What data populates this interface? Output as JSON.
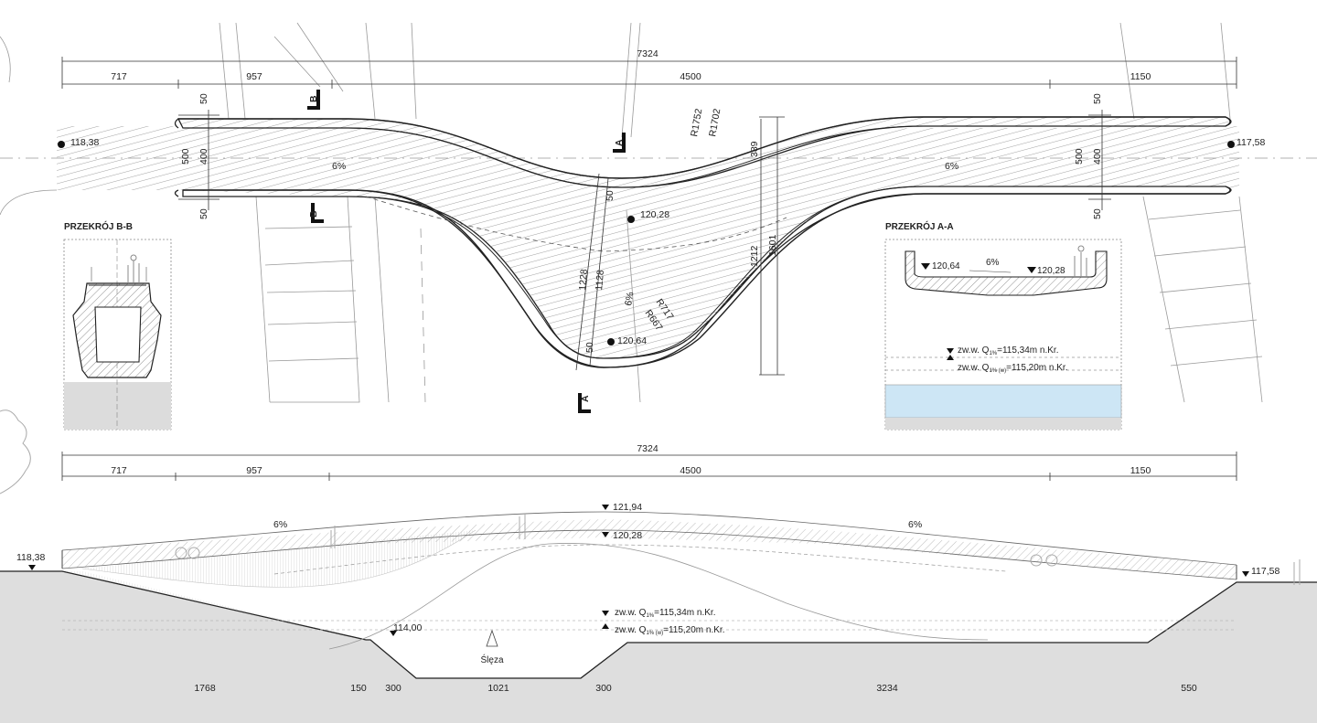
{
  "plan": {
    "total_span": "7324",
    "seg_1": "717",
    "seg_2": "957",
    "seg_3": "4500",
    "seg_4": "1150",
    "elev_left": "118,38",
    "elev_right": "117,58",
    "elev_mid": "120,28",
    "elev_bottom": "120,64",
    "slope_left": "6%",
    "slope_right": "6%",
    "slope_mid": "6%",
    "width_outer_l": "500",
    "width_inner_l": "400",
    "width_outer_r": "500",
    "width_inner_r": "400",
    "offset_50_tl": "50",
    "offset_50_bl": "50",
    "offset_50_tr": "50",
    "offset_50_br": "50",
    "offset_50_mid": "50",
    "offset_50_low": "50",
    "len_1228": "1228",
    "len_1128": "1128",
    "radius_1752": "R1752",
    "radius_1702": "R1702",
    "radius_717": "R717",
    "radius_667": "R667",
    "dim_389": "389",
    "dim_1212": "1212",
    "dim_1601": "1601",
    "cut_b_top": "B",
    "cut_b_bottom": "B",
    "cut_a_top": "A",
    "cut_a_bottom": "A"
  },
  "section_bb": {
    "title": "PRZEKRÓJ B-B"
  },
  "section_aa": {
    "title": "PRZEKRÓJ A-A",
    "elev_left": "120,64",
    "elev_right": "120,28",
    "slope": "6%",
    "water_q1_prefix": "zw.w. Q",
    "water_q1_sub": "1%",
    "water_q1_value": "=115,34m n.Kr.",
    "water_q1b_prefix": "zw.w. Q",
    "water_q1b_sub": "1% (w)",
    "water_q1b_value": "=115,20m n.Kr.",
    "water_color": "#cde6f5"
  },
  "elevation": {
    "total_span": "7324",
    "seg_1": "717",
    "seg_2": "957",
    "seg_3": "4500",
    "seg_4": "1150",
    "elev_left": "118,38",
    "elev_right": "117,58",
    "elev_top": "121,94",
    "elev_deck": "120,28",
    "elev_bank": "114,00",
    "slope_left": "6%",
    "slope_right": "6%",
    "water_q1_prefix": "zw.w. Q",
    "water_q1_sub": "1%",
    "water_q1_value": "=115,34m n.Kr.",
    "water_q1b_prefix": "zw.w. Q",
    "water_q1b_sub": "1% (w)",
    "water_q1b_value": "=115,20m n.Kr.",
    "river_name": "Ślęza",
    "ground_color": "#dedede",
    "bottom_dims": [
      "1768",
      "150",
      "300",
      "1021",
      "300",
      "3234",
      "550"
    ]
  }
}
